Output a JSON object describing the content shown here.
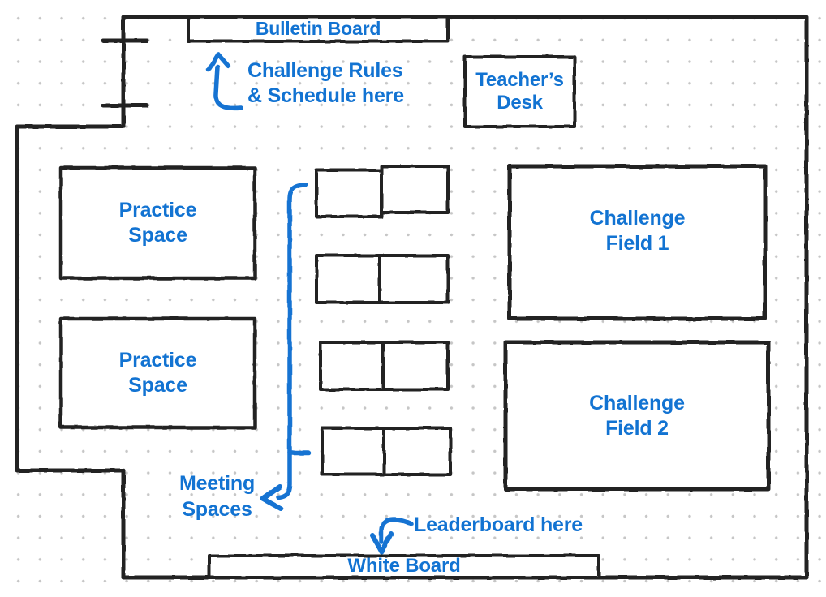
{
  "colors": {
    "annotation": "#1273d2",
    "wall": "#212121",
    "grid_dot": "#c6c6c6",
    "background": "#ffffff"
  },
  "plan": {
    "bulletin_board": {
      "label": "Bulletin Board"
    },
    "rules_note": {
      "line1": "Challenge Rules",
      "line2": "& Schedule here"
    },
    "teachers_desk": {
      "line1": "Teacher’s",
      "line2": "Desk"
    },
    "practice_space_1": {
      "line1": "Practice",
      "line2": "Space"
    },
    "practice_space_2": {
      "line1": "Practice",
      "line2": "Space"
    },
    "challenge_field_1": {
      "line1": "Challenge",
      "line2": "Field 1"
    },
    "challenge_field_2": {
      "line1": "Challenge",
      "line2": "Field 2"
    },
    "meeting_note": {
      "line1": "Meeting",
      "line2": "Spaces"
    },
    "leaderboard_note": {
      "label": "Leaderboard here"
    },
    "white_board": {
      "label": "White Board"
    }
  }
}
